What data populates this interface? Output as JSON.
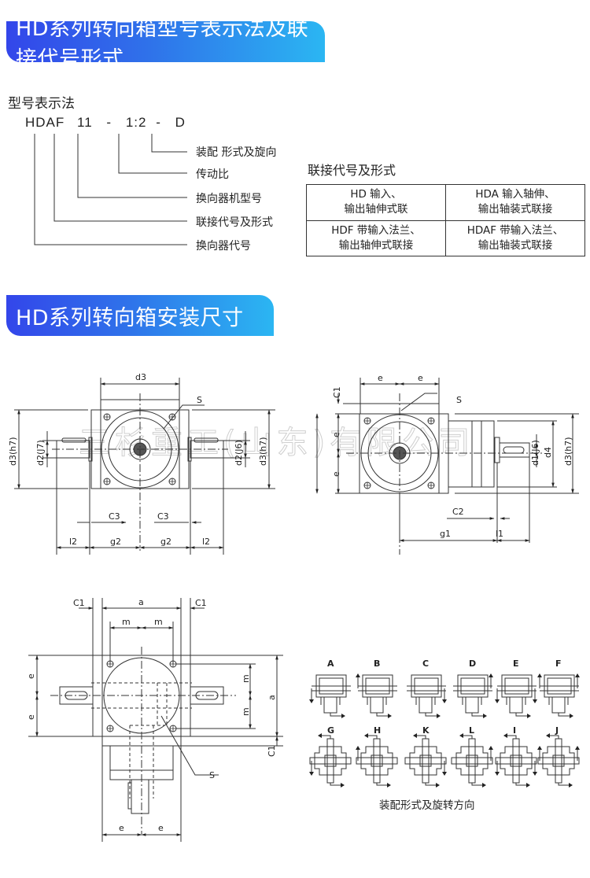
{
  "section1": {
    "title": "HD系列转向箱型号表示法及联接代号形式",
    "model_notation": {
      "heading": "型号表示法",
      "code_parts": [
        "HDAF",
        "11",
        "-",
        "1:2",
        "-",
        "D"
      ],
      "legend": [
        {
          "part": "D",
          "label": "装配 形式及旋向"
        },
        {
          "part": "1:2",
          "label": "传动比"
        },
        {
          "part": "11",
          "label": "换向器机型号"
        },
        {
          "part": "AF",
          "label": "联接代号及形式"
        },
        {
          "part": "HD",
          "label": "换向器代号"
        }
      ]
    },
    "connection_table": {
      "heading": "联接代号及形式",
      "rows": [
        [
          {
            "line1": "HD 输入、",
            "line2": "输出轴伸式联"
          },
          {
            "line1": "HDA 输入轴伸、",
            "line2": "输出轴装式联接"
          }
        ],
        [
          {
            "line1": "HDF 带输入法兰、",
            "line2": "输出轴伸式联接"
          },
          {
            "line1": "HDAF 带输入法兰、",
            "line2": "输出轴装式联接"
          }
        ]
      ]
    }
  },
  "section2": {
    "title": "HD系列转向箱安装尺寸",
    "watermark": "三杉重工(山东)有限公司",
    "drawing_front": {
      "labels": {
        "d3_top": "d3",
        "s": "S",
        "d3h7_left": "d3(h7)",
        "d2j7": "d2(J7)",
        "d2j6": "d2(J6)",
        "d3h7_right": "d3(h7)",
        "c3_left": "C3",
        "c3_right": "C3",
        "l2_left": "l2",
        "g2_left": "g2",
        "g2_right": "g2",
        "l2_right": "l2"
      }
    },
    "drawing_side": {
      "labels": {
        "c1": "C1",
        "e_top_left": "e",
        "e_top_right": "e",
        "s": "S",
        "e_left_upper": "e",
        "e_left_lower": "e",
        "d1j6": "d1(J6)",
        "d4": "d4",
        "d3h7": "d3(h7)",
        "c2": "C2",
        "g1": "g1",
        "l1": "l1"
      }
    },
    "drawing_top": {
      "labels": {
        "c1_left": "C1",
        "a_top": "a",
        "c1_right": "C1",
        "m_left": "m",
        "m_right": "m",
        "e_upper": "e",
        "e_lower": "e",
        "m_upper": "m",
        "m_lower": "m",
        "a_right": "a",
        "c1_bottom": "C1",
        "s": "S",
        "e_bottom_left": "e",
        "e_bottom_right": "e"
      }
    },
    "mounting_forms": {
      "row1": [
        "A",
        "B",
        "C",
        "D",
        "E",
        "F"
      ],
      "row2": [
        "G",
        "H",
        "K",
        "L",
        "I",
        "J"
      ],
      "caption": "装配形式及旋转方向"
    }
  }
}
